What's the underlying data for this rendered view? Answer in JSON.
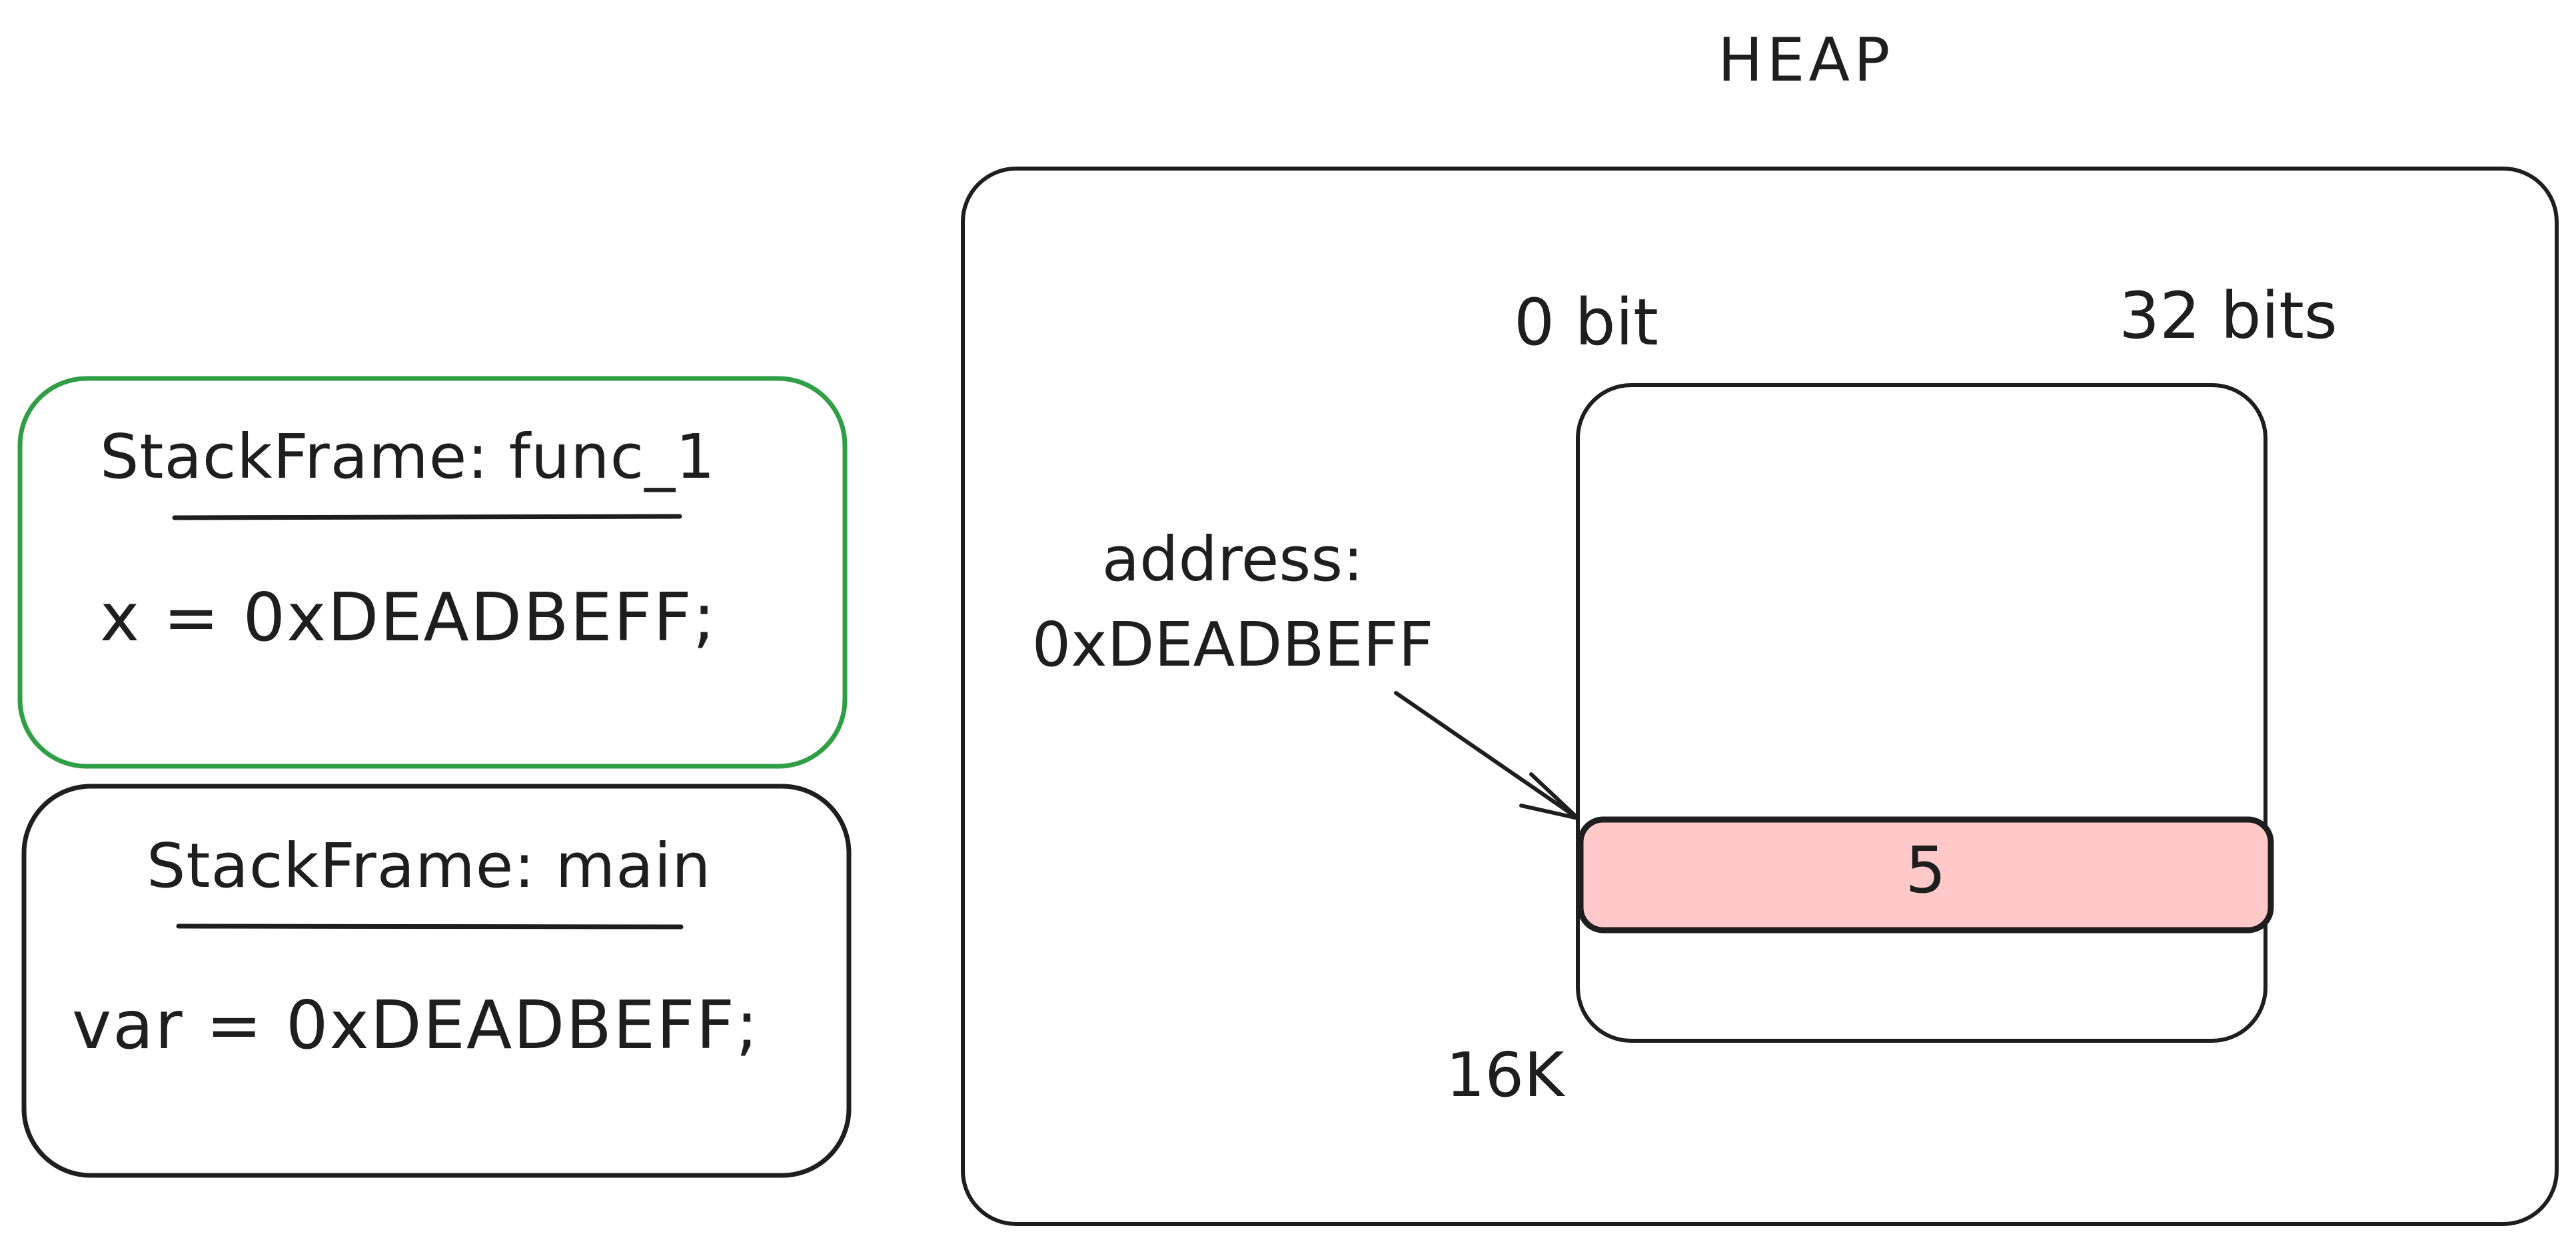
{
  "stack": {
    "frames": [
      {
        "title": "StackFrame: func_1",
        "code": "x = 0xDEADBEFF;",
        "border_color": "#2f9e44",
        "active": true
      },
      {
        "title": "StackFrame: main",
        "code": "var = 0xDEADBEFF;",
        "border_color": "#1e1e1e",
        "active": false
      }
    ]
  },
  "heap": {
    "title": "HEAP",
    "bit_start_label": "0 bit",
    "bit_end_label": "32 bits",
    "address_label_line1": "address:",
    "address_label_line2": "0xDEADBEFF",
    "cell_value": "5",
    "cell_fill_color": "#ffc9c9",
    "size_label": "16K"
  },
  "colors": {
    "stroke": "#1e1e1e",
    "active_frame": "#2f9e44",
    "allocated_cell": "#ffc9c9",
    "background": "#ffffff"
  }
}
